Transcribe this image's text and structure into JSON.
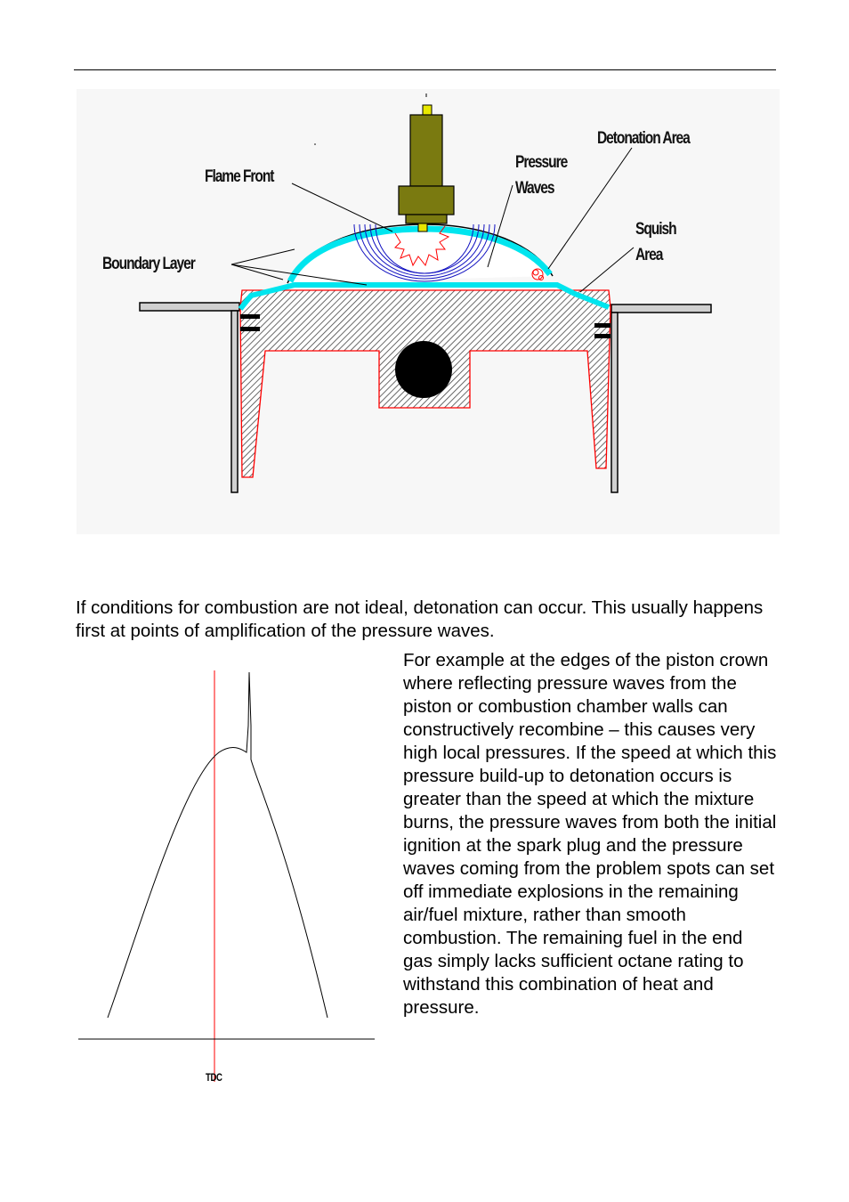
{
  "diagram": {
    "labels": {
      "detonation_area": "Detonation Area",
      "flame_front": "Flame Front",
      "pressure_waves": "Pressure\nWaves",
      "squish_area": "Squish\nArea",
      "boundary_layer": "Boundary Layer"
    }
  },
  "text": {
    "intro": "If conditions for combustion are not ideal, detonation can occur. This usually happens first at points of amplification of the pressure waves.",
    "body": "For example at the edges of the piston crown where reflecting pressure waves from the piston or combustion chamber walls can constructively recombine – this causes very high local pressures. If the speed at which this pressure build-up to detonation occurs is greater than the speed at which the mixture burns, the pressure waves from both the initial ignition at the spark plug and the pressure waves coming from the problem spots can set off immediate explosions in the remaining air/fuel mixture, rather than smooth combustion. The remaining fuel in the end gas simply lacks sufficient octane rating to withstand this combination of heat and pressure."
  },
  "graph": {
    "tdc_label": "TDC"
  },
  "colors": {
    "boundary_layer": "#00e5ee",
    "piston_outline": "#ff0000",
    "pressure_waves": "#1010c0",
    "spark_plug": "#7a7a10",
    "tdc_line": "#ff0000"
  }
}
